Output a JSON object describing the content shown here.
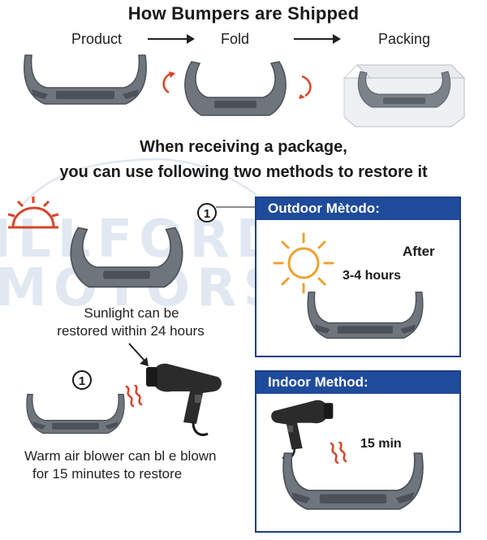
{
  "title": "How Bumpers are Shipped",
  "steps": [
    {
      "label": "Product"
    },
    {
      "label": "Fold"
    },
    {
      "label": "Packing"
    }
  ],
  "headline": {
    "line1": "When receiving a package,",
    "line2": "you can use following two methods to restore it"
  },
  "watermark": {
    "line1": "ILLFORD",
    "line2": "MOTORS"
  },
  "method_sunlight": {
    "badge": "1",
    "caption_line1": "Sunlight can be",
    "caption_line2": "restored within 24 hours"
  },
  "method_blower": {
    "badge": "1",
    "caption_line1": "Warm air blower can bl e blown",
    "caption_line2": "for 15 minutes to restore"
  },
  "outdoor_panel": {
    "header": "Outdoor Mètodo:",
    "after_label": "After",
    "duration": "3-4 hours"
  },
  "indoor_panel": {
    "header": "Indoor Method:",
    "duration": "15 min"
  },
  "colors": {
    "bumper_fill": "#6f757c",
    "bumper_dark": "#4b5157",
    "panel_header": "#1f4b9c",
    "accent_red": "#d8432b",
    "sun_orange": "#f0a030"
  }
}
